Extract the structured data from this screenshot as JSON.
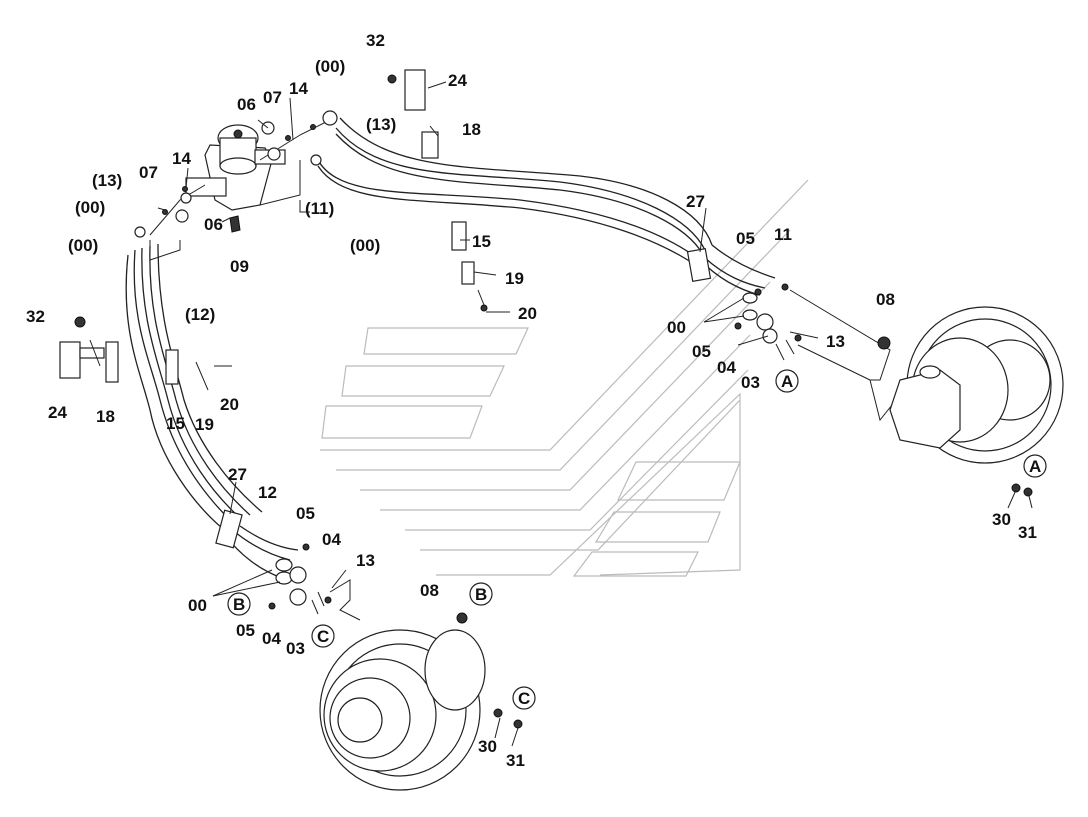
{
  "labels": {
    "l32_top": "32",
    "l24_top": "24",
    "l14_top": "14",
    "l00_top": "(00)",
    "l07_top": "07",
    "l06_top": "06",
    "l13_top": "(13)",
    "l18_top": "18",
    "l13_left": "(13)",
    "l07_left": "07",
    "l14_left": "14",
    "l00_left_a": "(00)",
    "l06_left": "06",
    "l00_left_b": "(00)",
    "l09": "09",
    "l11_mid": "(11)",
    "l00_mid": "(00)",
    "l15_mid": "15",
    "l19_mid": "19",
    "l20_mid": "20",
    "l12_paren": "(12)",
    "l32_left": "32",
    "l24_left": "24",
    "l18_left": "18",
    "l15_left": "15",
    "l19_left": "19",
    "l20_left": "20",
    "l27_right": "27",
    "l05_right_a": "05",
    "l11_right": "11",
    "l00_right": "00",
    "l05_right_b": "05",
    "l04_right": "04",
    "l03_right": "03",
    "l13_right": "13",
    "l08_right": "08",
    "l30_right": "30",
    "l31_right": "31",
    "l27_low": "27",
    "l12_low": "12",
    "l05_low_a": "05",
    "l04_low_a": "04",
    "l13_low": "13",
    "l00_low": "00",
    "l05_low_b": "05",
    "l04_low_b": "04",
    "l03_low": "03",
    "l08_low": "08",
    "l30_low": "30",
    "l31_low": "31"
  },
  "callouts": {
    "A_right": "A",
    "A_far": "A",
    "B_low": "B",
    "B_top": "B",
    "C_low": "C",
    "C_right": "C"
  }
}
